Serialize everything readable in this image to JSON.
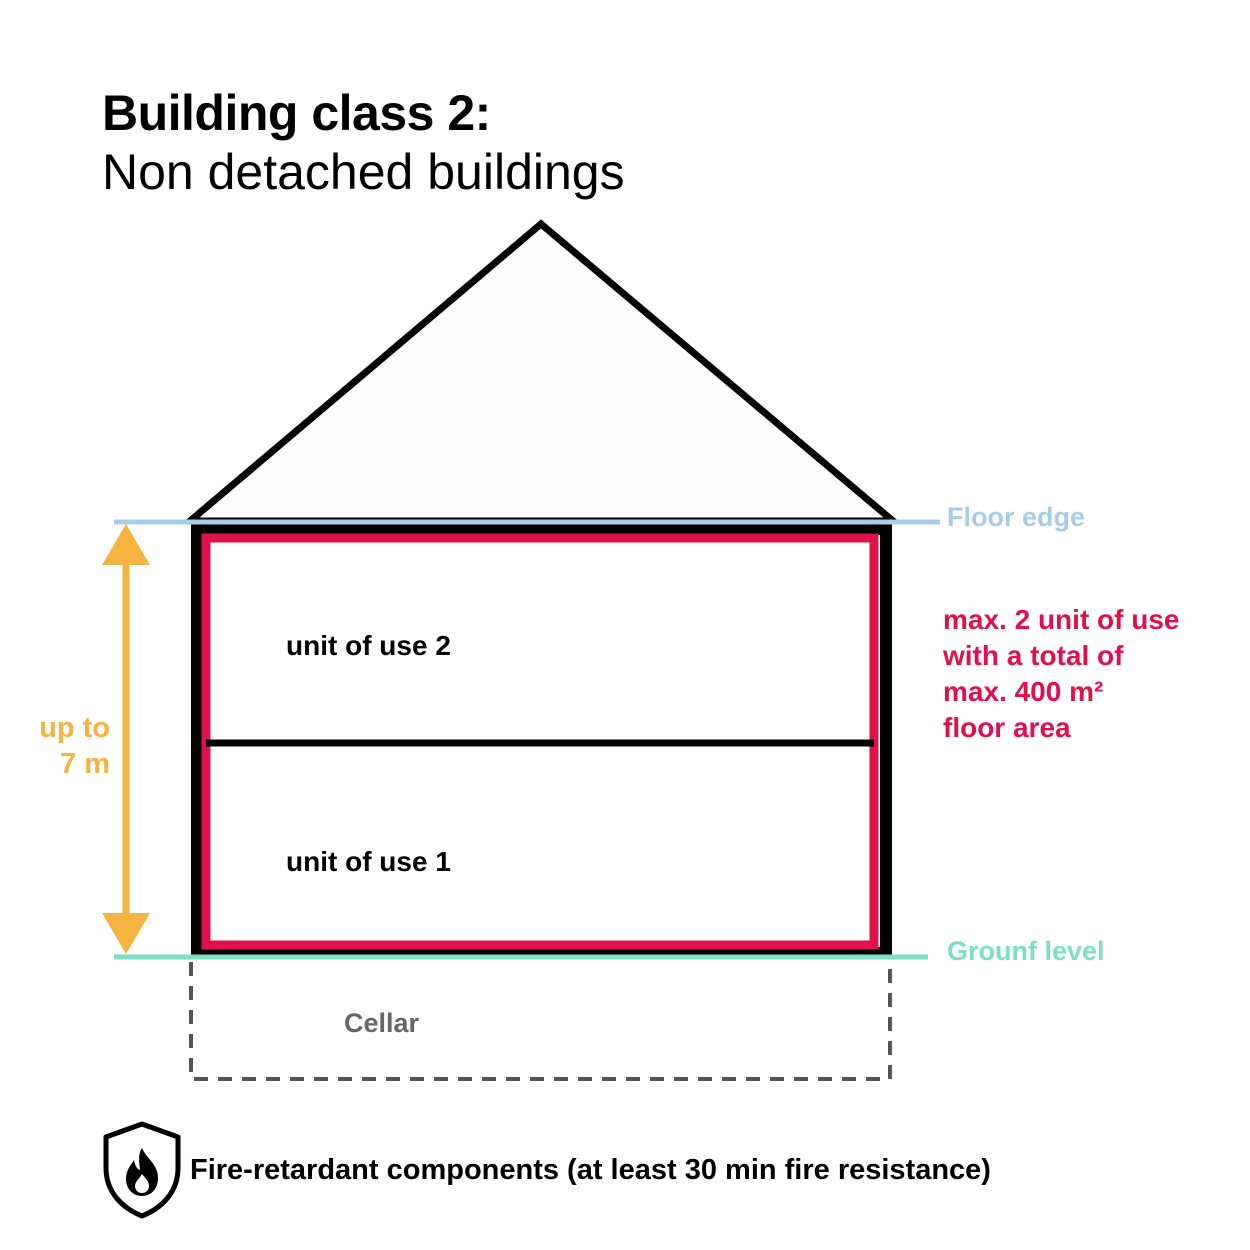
{
  "title": {
    "main": "Building class 2:",
    "sub": "Non detached buildings"
  },
  "labels": {
    "floor_edge": "Floor edge",
    "ground_level": "Grounf level",
    "unit_2": "unit of use 2",
    "unit_1": "unit of use 1",
    "cellar": "Cellar",
    "height_line1": "up to",
    "height_line2": "7 m"
  },
  "capacity_note": {
    "line1": "max. 2 unit of use",
    "line2": "with a total of",
    "line3": "max. 400 m²",
    "line4": "floor area"
  },
  "footer": {
    "text": "Fire-retardant components (at least 30 min fire resistance)",
    "icon": "fire-shield-icon"
  },
  "colors": {
    "floor_edge": "#a8cde8",
    "ground_level": "#7ddfc6",
    "height_arrow": "#f5b342",
    "unit_boundary": "#e0104a",
    "walls": "#000000",
    "cellar": "#666666"
  }
}
